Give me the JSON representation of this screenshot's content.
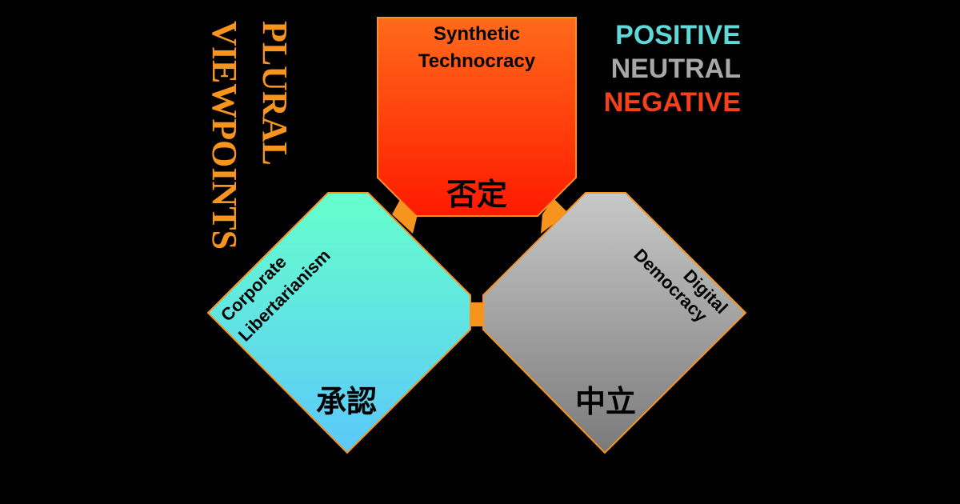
{
  "side_title": {
    "line1": "PLURAL",
    "line2": "VIEWPOINTS",
    "color": "#F7941D"
  },
  "legend": {
    "positive": {
      "label": "POSITIVE",
      "color": "#5ED8D8"
    },
    "neutral": {
      "label": "NEUTRAL",
      "color": "#A8A8A8"
    },
    "negative": {
      "label": "NEGATIVE",
      "color": "#F5401A"
    }
  },
  "connector_color": "#F7941D",
  "panels": {
    "top": {
      "title_line1": "Synthetic",
      "title_line2": "Technocracy",
      "kanji": "否定",
      "gradient": [
        "#FF6A1A",
        "#FF1A00"
      ]
    },
    "left": {
      "title_line1": "Corporate",
      "title_line2": "Libertarianism",
      "kanji": "承認",
      "gradient": [
        "#66FFCC",
        "#5BC8FA"
      ]
    },
    "right": {
      "title_line1": "Digital",
      "title_line2": "Democracy",
      "kanji": "中立",
      "gradient": [
        "#C8C8C8",
        "#7A7A7A"
      ]
    }
  }
}
